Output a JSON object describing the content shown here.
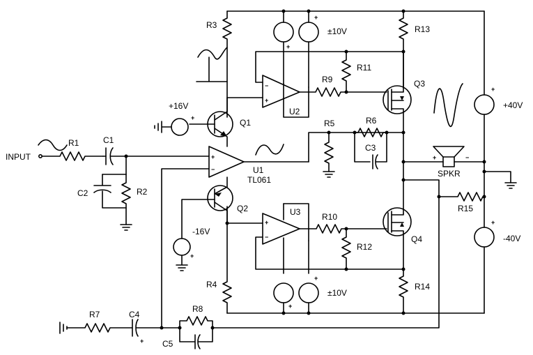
{
  "labels": {
    "input": "INPUT",
    "r1": "R1",
    "r2": "R2",
    "r3": "R3",
    "r4": "R4",
    "r5": "R5",
    "r6": "R6",
    "r7": "R7",
    "r8": "R8",
    "r9": "R9",
    "r10": "R10",
    "r11": "R11",
    "r12": "R12",
    "r13": "R13",
    "r14": "R14",
    "r15": "R15",
    "c1": "C1",
    "c2": "C2",
    "c3": "C3",
    "c4": "C4",
    "c5": "C5",
    "q1": "Q1",
    "q2": "Q2",
    "q3": "Q3",
    "q4": "Q4",
    "u1": "U1",
    "u1_part": "TL061",
    "u2": "U2",
    "u3": "U3",
    "spkr": "SPKR",
    "v_pos16": "+16V",
    "v_neg16": "-16V",
    "v_pm10_top": "±10V",
    "v_pm10_bot": "±10V",
    "v_pos40": "+40V",
    "v_neg40": "-40V"
  }
}
